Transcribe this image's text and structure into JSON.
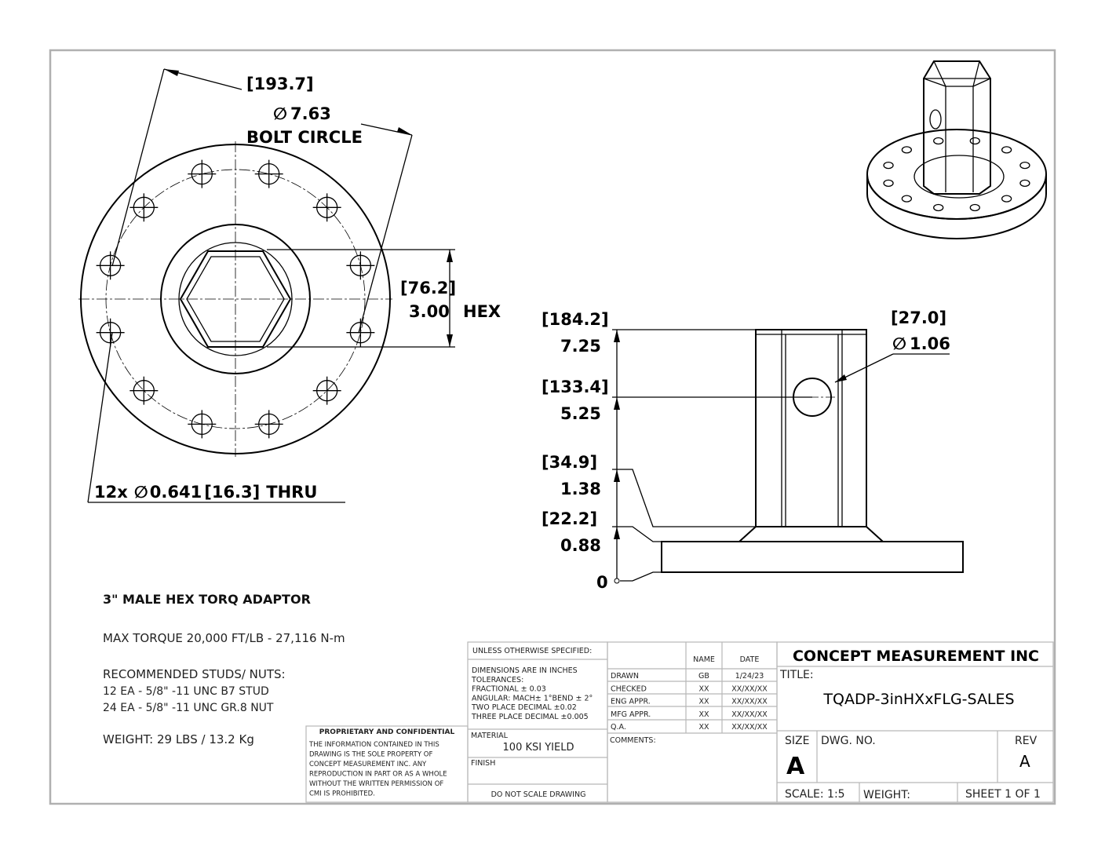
{
  "drawing": {
    "front_view": {
      "bolt_circle_mm": "193.7",
      "bolt_circle_in": "7.63",
      "bolt_circle_label": "BOLT CIRCLE",
      "hex_mm": "76.2",
      "hex_in": "3.00",
      "hex_label": "HEX",
      "holes_qty": "12x",
      "holes_dia_in": "0.641",
      "holes_dia_mm": "16.3",
      "holes_thru": "THRU",
      "diameter_symbol": "∅"
    },
    "side_view": {
      "heights": [
        {
          "mm": "184.2",
          "in": "7.25"
        },
        {
          "mm": "133.4",
          "in": "5.25"
        },
        {
          "mm": "34.9",
          "in": "1.38"
        },
        {
          "mm": "22.2",
          "in": "0.88"
        }
      ],
      "zero": "0",
      "cross_hole_mm": "27.0",
      "cross_hole_in": "1.06"
    }
  },
  "notes": {
    "title": "3\" MALE HEX TORQ ADAPTOR",
    "max_torque": "MAX TORQUE 20,000 FT/LB - 27,116 N-m",
    "studs_heading": "RECOMMENDED STUDS/ NUTS:",
    "studs_line1": "12 EA - 5/8\" -11 UNC B7 STUD",
    "studs_line2": "24 EA - 5/8\" -11 UNC GR.8 NUT",
    "weight": "WEIGHT: 29 LBS / 13.2 Kg"
  },
  "title_block": {
    "proprietary_heading": "PROPRIETARY AND CONFIDENTIAL",
    "proprietary_lines": [
      "THE INFORMATION CONTAINED IN THIS",
      "DRAWING IS THE SOLE PROPERTY OF",
      "CONCEPT MEASUREMENT INC.  ANY",
      "REPRODUCTION IN PART OR AS A WHOLE",
      "WITHOUT THE WRITTEN PERMISSION OF",
      "CMI IS PROHIBITED."
    ],
    "unless_specified": "UNLESS OTHERWISE SPECIFIED:",
    "tolerance_lines": [
      "DIMENSIONS ARE IN INCHES",
      "TOLERANCES:",
      "FRACTIONAL ± 0.03",
      "ANGULAR: MACH± 1°BEND ± 2°",
      "TWO PLACE DECIMAL    ±0.02",
      "THREE PLACE DECIMAL  ±0.005"
    ],
    "material_label": "MATERIAL",
    "material_value": "100 KSI YIELD",
    "finish_label": "FINISH",
    "do_not_scale": "DO NOT SCALE DRAWING",
    "name_header": "NAME",
    "date_header": "DATE",
    "approvals": [
      {
        "role": "DRAWN",
        "name": "GB",
        "date": "1/24/23"
      },
      {
        "role": "CHECKED",
        "name": "XX",
        "date": "XX/XX/XX"
      },
      {
        "role": "ENG APPR.",
        "name": "XX",
        "date": "XX/XX/XX"
      },
      {
        "role": "MFG APPR.",
        "name": "XX",
        "date": "XX/XX/XX"
      },
      {
        "role": "Q.A.",
        "name": "XX",
        "date": "XX/XX/XX"
      }
    ],
    "comments_label": "COMMENTS:",
    "company": "CONCEPT MEASUREMENT INC",
    "title_label": "TITLE:",
    "title_value": "TQADP-3inHXxFLG-SALES",
    "size_label": "SIZE",
    "size_value": "A",
    "dwg_no_label": "DWG. NO.",
    "rev_label": "REV",
    "rev_value": "A",
    "scale": "SCALE: 1:5",
    "weight_label": "WEIGHT:",
    "sheet": "SHEET 1 OF 1"
  }
}
